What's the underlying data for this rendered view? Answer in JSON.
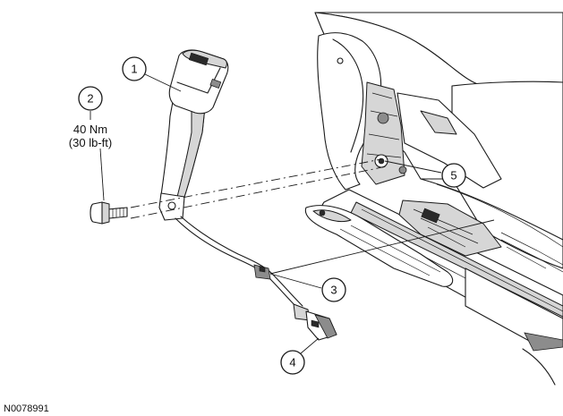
{
  "callouts": [
    {
      "number": "1"
    },
    {
      "number": "2"
    },
    {
      "number": "3"
    },
    {
      "number": "4"
    },
    {
      "number": "5"
    }
  ],
  "torque": {
    "metric": "40 Nm",
    "imperial": "(30 lb-ft)"
  },
  "figure_id": "N0078991"
}
